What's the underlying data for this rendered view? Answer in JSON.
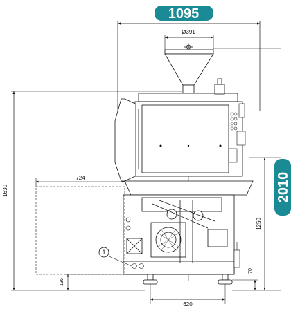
{
  "badges": {
    "overall_width": "1095",
    "overall_height": "2010",
    "color": "#1a8a94"
  },
  "dimensions": {
    "hopper_diameter": "Ø391",
    "total_height_left": "1630",
    "side_extension_width": "724",
    "base_height": "1250",
    "foot_offset_left": "136",
    "foot_offset_right": "70",
    "foot_spacing": "620"
  },
  "callouts": {
    "item_1": "1"
  }
}
